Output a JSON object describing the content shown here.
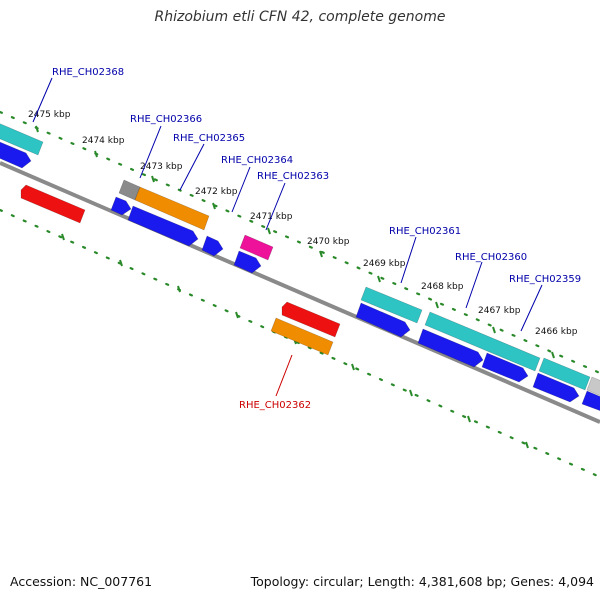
{
  "title": "Rhizobium etli CFN 42, complete genome",
  "footer": {
    "accession": "Accession: NC_007761",
    "stats": "Topology: circular; Length: 4,381,608 bp; Genes: 4,094"
  },
  "colors": {
    "backbone": "#8a8a8a",
    "tick": "#2a8a2a",
    "label_forward": "#0000aa",
    "label_reverse": "#cc0000",
    "cds_blue": "#1a1aee",
    "cyan": "#2ec4c4",
    "orange": "#f08c00",
    "red": "#ee1111",
    "magenta": "#ee1199",
    "gray": "#8a8a8a"
  },
  "kbp_labels": [
    "2475 kbp",
    "2474 kbp",
    "2473 kbp",
    "2472 kbp",
    "2471 kbp",
    "2470 kbp",
    "2469 kbp",
    "2468 kbp",
    "2467 kbp",
    "2466 kbp"
  ],
  "gene_labels": {
    "forward": [
      "RHE_CH02368",
      "RHE_CH02366",
      "RHE_CH02365",
      "RHE_CH02364",
      "RHE_CH02363",
      "RHE_CH02361",
      "RHE_CH02360",
      "RHE_CH02359"
    ],
    "reverse": [
      "RHE_CH02362"
    ]
  }
}
